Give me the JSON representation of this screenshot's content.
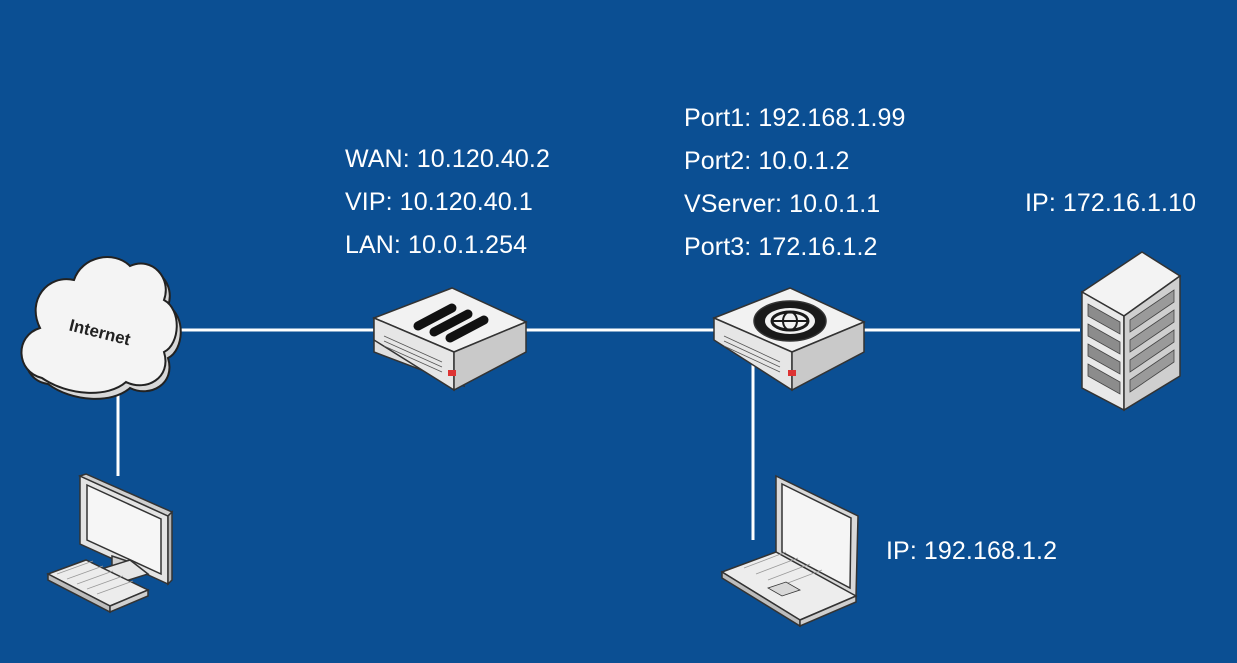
{
  "diagram": {
    "background": "#0b4f93",
    "line_color": "#ffffff",
    "nodes": {
      "internet": {
        "label": "Internet",
        "icon": "cloud-icon"
      },
      "pc": {
        "icon": "desktop-computer-icon"
      },
      "firewall": {
        "icon": "firewall-appliance-icon",
        "labels": [
          "WAN: 10.120.40.2",
          "VIP: 10.120.40.1",
          "LAN: 10.0.1.254"
        ]
      },
      "load_balancer": {
        "icon": "load-balancer-appliance-icon",
        "labels": [
          "Port1: 192.168.1.99",
          "Port2: 10.0.1.2",
          "VServer: 10.0.1.1",
          "Port3: 172.16.1.2"
        ]
      },
      "server": {
        "icon": "server-rack-icon",
        "label": "IP: 172.16.1.10"
      },
      "laptop": {
        "icon": "laptop-icon",
        "label": "IP: 192.168.1.2"
      }
    }
  }
}
